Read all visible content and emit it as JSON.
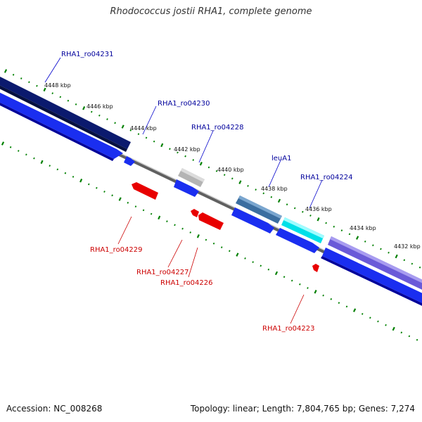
{
  "title": "Rhodococcus jostii RHA1, complete genome",
  "footer": {
    "accession": "Accession: NC_008268",
    "summary": "Topology: linear; Length: 7,804,765 bp; Genes: 7,274"
  },
  "colors": {
    "forward_label": "#00009c",
    "reverse_label": "#cc0000",
    "forward_cds": "#0000ee",
    "reverse_cds": "#ee0000",
    "scale_tick": "#008000",
    "backbone": "#808080"
  },
  "ruler": {
    "labels": [
      {
        "text": "4448 kbp",
        "kbp": 4448
      },
      {
        "text": "4446 kbp",
        "kbp": 4446
      },
      {
        "text": "4444 kbp",
        "kbp": 4444
      },
      {
        "text": "4442 kbp",
        "kbp": 4442
      },
      {
        "text": "4440 kbp",
        "kbp": 4440
      },
      {
        "text": "4438 kbp",
        "kbp": 4438
      },
      {
        "text": "4436 kbp",
        "kbp": 4436
      },
      {
        "text": "4434 kbp",
        "kbp": 4434
      },
      {
        "text": "4432 kbp",
        "kbp": 4432
      }
    ]
  },
  "genes": [
    {
      "label": "RHA1_ro04231",
      "strand": "forward"
    },
    {
      "label": "RHA1_ro04230",
      "strand": "forward"
    },
    {
      "label": "RHA1_ro04228",
      "strand": "forward"
    },
    {
      "label": "leuA1",
      "strand": "forward"
    },
    {
      "label": "RHA1_ro04224",
      "strand": "forward"
    },
    {
      "label": "RHA1_ro04229",
      "strand": "reverse"
    },
    {
      "label": "RHA1_ro04227",
      "strand": "reverse"
    },
    {
      "label": "RHA1_ro04226",
      "strand": "reverse"
    },
    {
      "label": "RHA1_ro04223",
      "strand": "reverse"
    }
  ]
}
